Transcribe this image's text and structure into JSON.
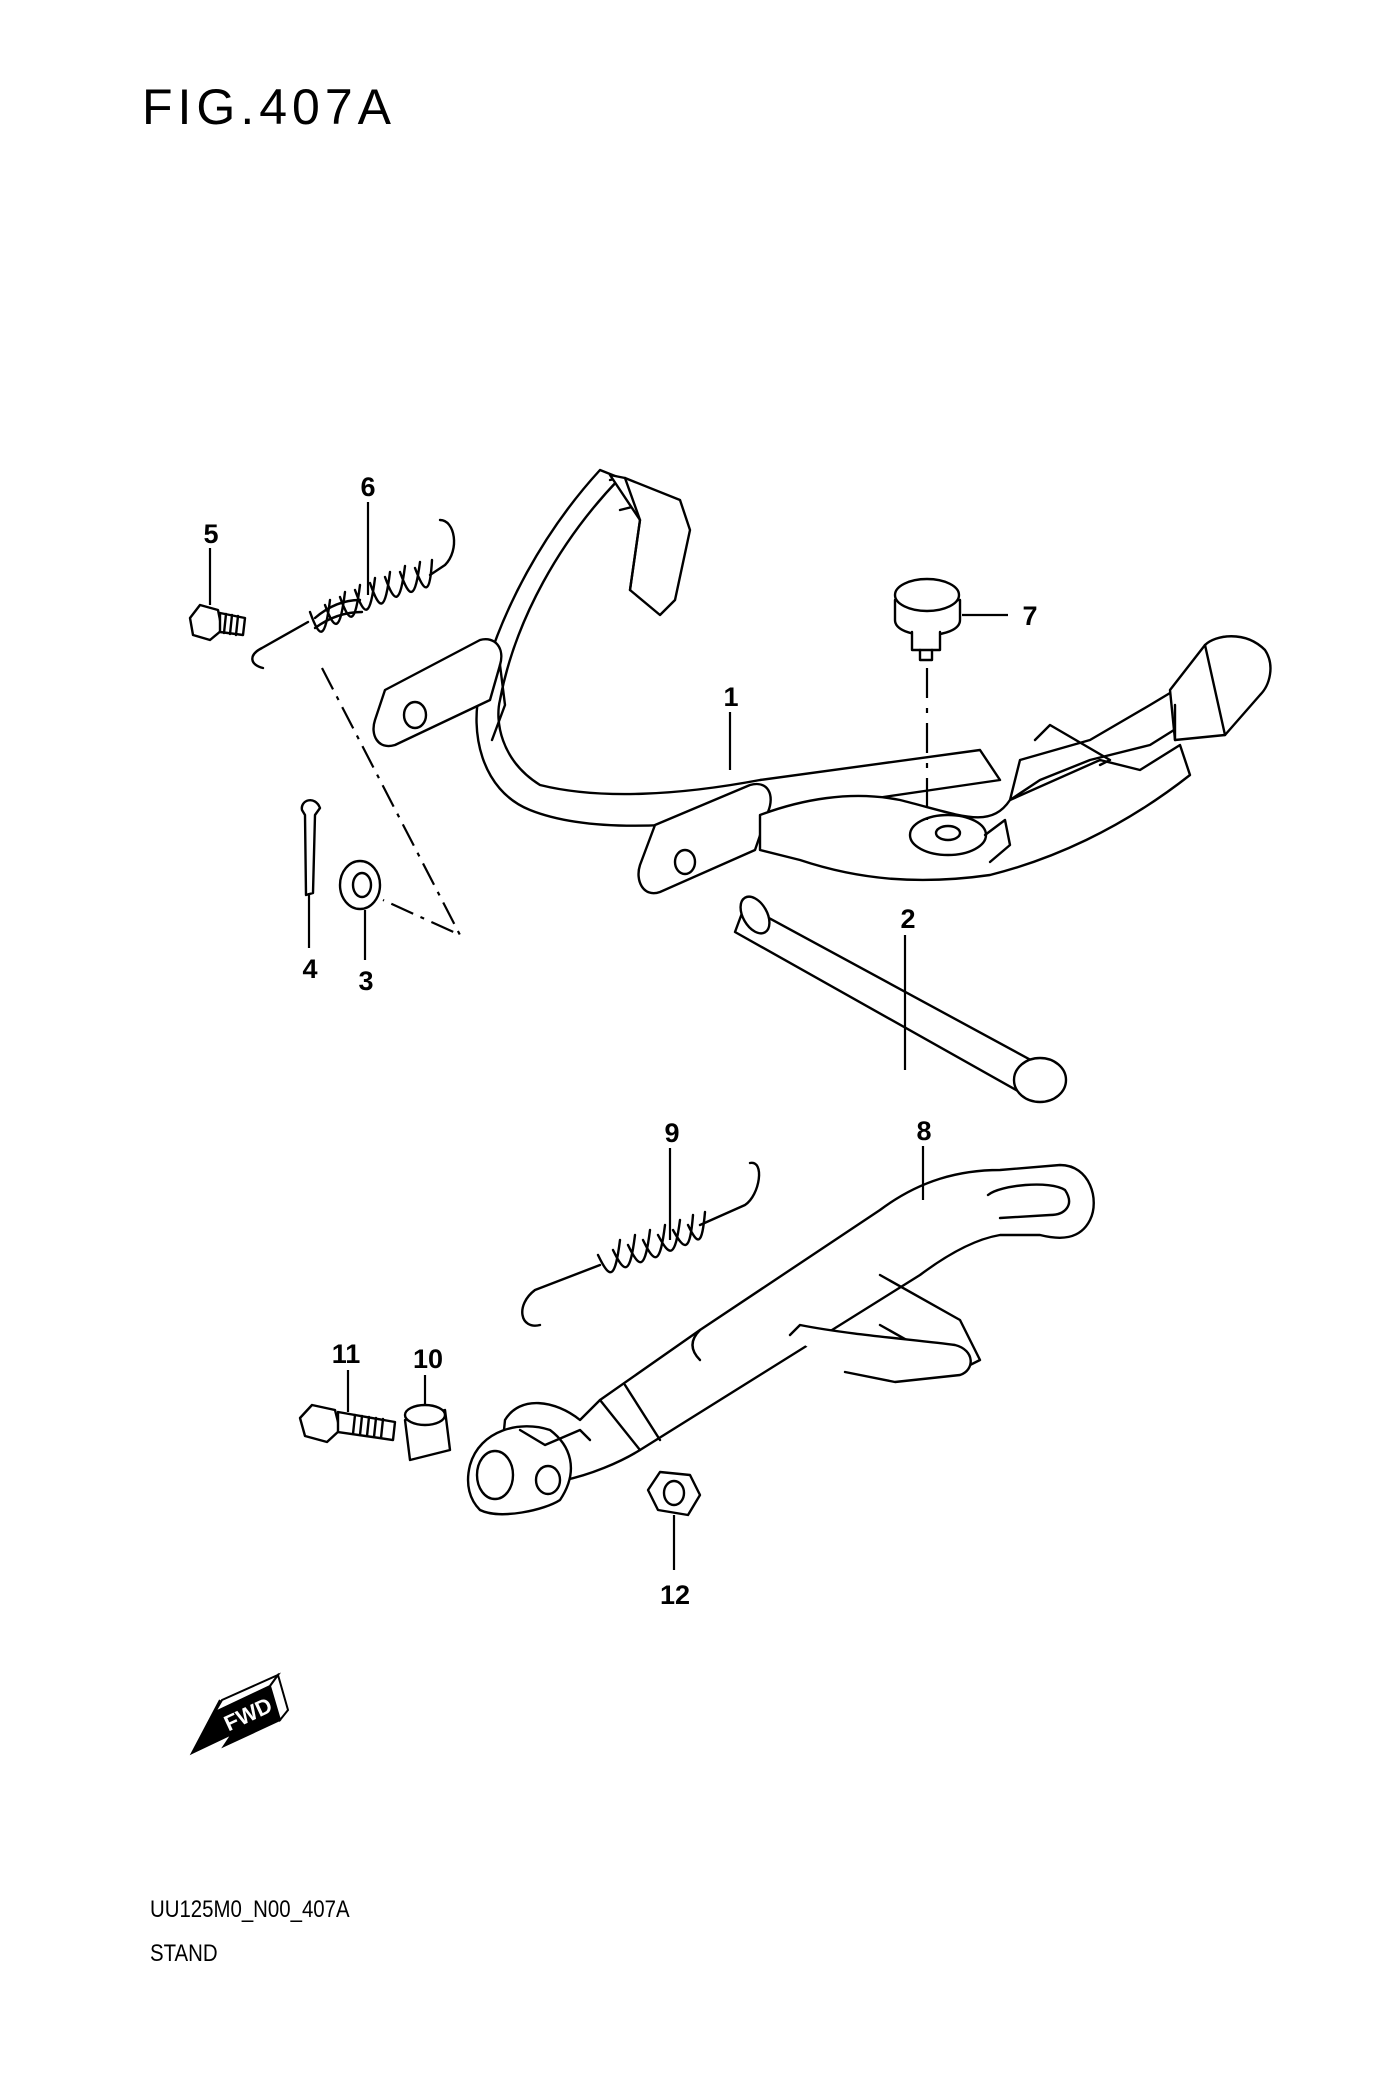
{
  "figure": {
    "title": "FIG.407A",
    "code": "UU125M0_N00_407A",
    "name": "STAND"
  },
  "callouts": [
    "1",
    "2",
    "3",
    "4",
    "5",
    "6",
    "7",
    "8",
    "9",
    "10",
    "11",
    "12"
  ],
  "fwd_label": "FWD"
}
